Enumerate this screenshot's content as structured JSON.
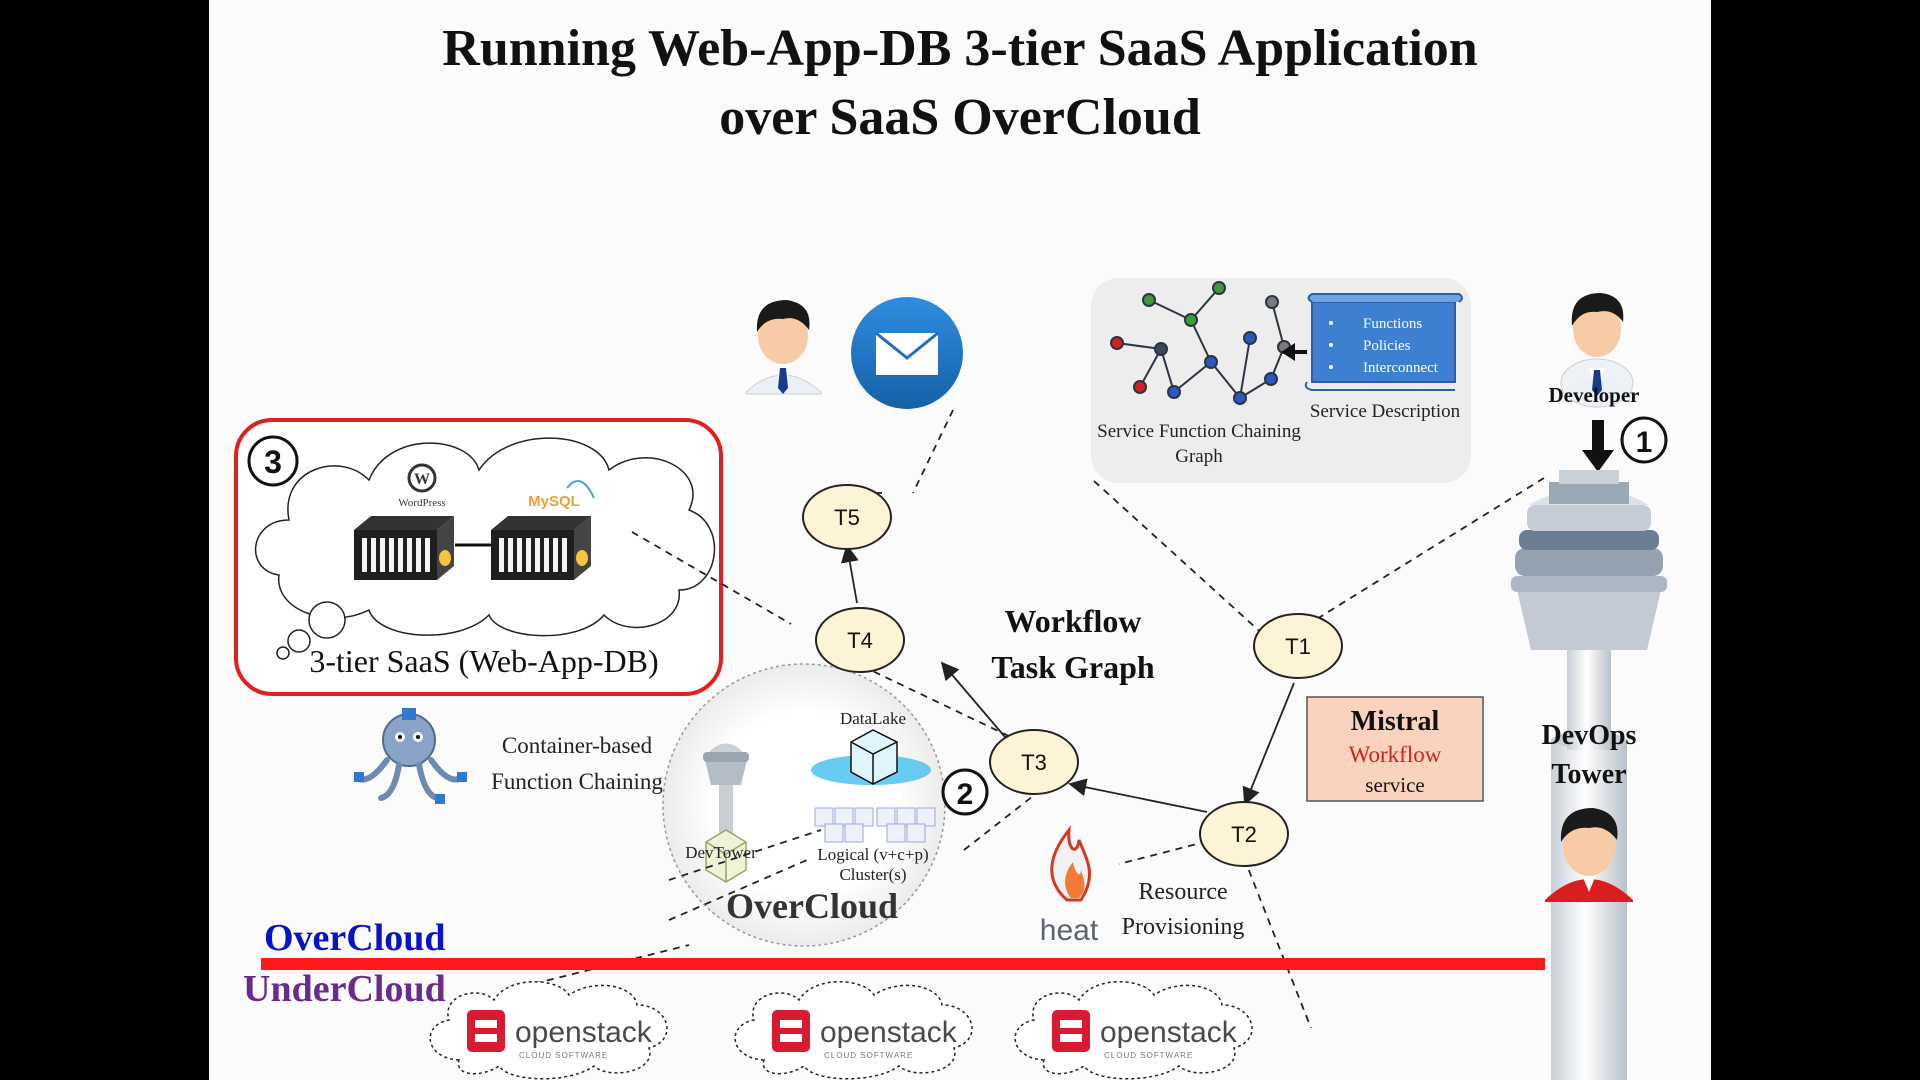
{
  "slide": {
    "title_line1": "Running Web-App-DB 3-tier SaaS Application",
    "title_line2": "over SaaS OverCloud"
  },
  "workflow": {
    "label_line1": "Workflow",
    "label_line2": "Task Graph",
    "tasks": [
      {
        "id": "t1",
        "label": "T1"
      },
      {
        "id": "t2",
        "label": "T2"
      },
      {
        "id": "t3",
        "label": "T3"
      },
      {
        "id": "t4",
        "label": "T4"
      },
      {
        "id": "t5",
        "label": "T5"
      }
    ]
  },
  "service_panel": {
    "sfc_label_line1": "Service Function Chaining",
    "sfc_label_line2": "Graph",
    "description_items": [
      "Functions",
      "Policies",
      "Interconnect"
    ],
    "description_label": "Service Description"
  },
  "devops": {
    "developer_label": "Developer",
    "step1": "1",
    "tower_line1": "DevOps",
    "tower_line2": "Tower"
  },
  "mistral": {
    "line1": "Mistral",
    "line2": "Workflow",
    "line3": "service"
  },
  "saas": {
    "step3": "3",
    "wordpress_logo": "WordPress",
    "mysql_logo": "MySQL",
    "label": "3-tier SaaS (Web-App-DB)"
  },
  "chaining": {
    "line1": "Container-based",
    "line2": "Function Chaining"
  },
  "overcloud_bubble": {
    "step2": "2",
    "datalake": "DataLake",
    "devtower": "DevTower",
    "clusters_line1": "Logical (v+c+p)",
    "clusters_line2": "Cluster(s)",
    "name": "OverCloud"
  },
  "provisioning": {
    "heat_logo": "heat",
    "line1": "Resource",
    "line2": "Provisioning"
  },
  "layers": {
    "overcloud": "OverCloud",
    "undercloud": "UnderCloud"
  },
  "openstack": {
    "logo": "openstack",
    "sub": "CLOUD SOFTWARE"
  },
  "colors": {
    "node_fill": "#fdf3d6",
    "overcloud_blue": "#0a12c8",
    "undercloud_purple": "#6a2c8c",
    "divider_red": "#ff1a1a",
    "mistral_red": "#d4201a",
    "mistral_fill": "#f9d3bd",
    "saas_border": "#e02020",
    "description_blue": "#3d7fd0",
    "openstack_red": "#da1a32"
  }
}
